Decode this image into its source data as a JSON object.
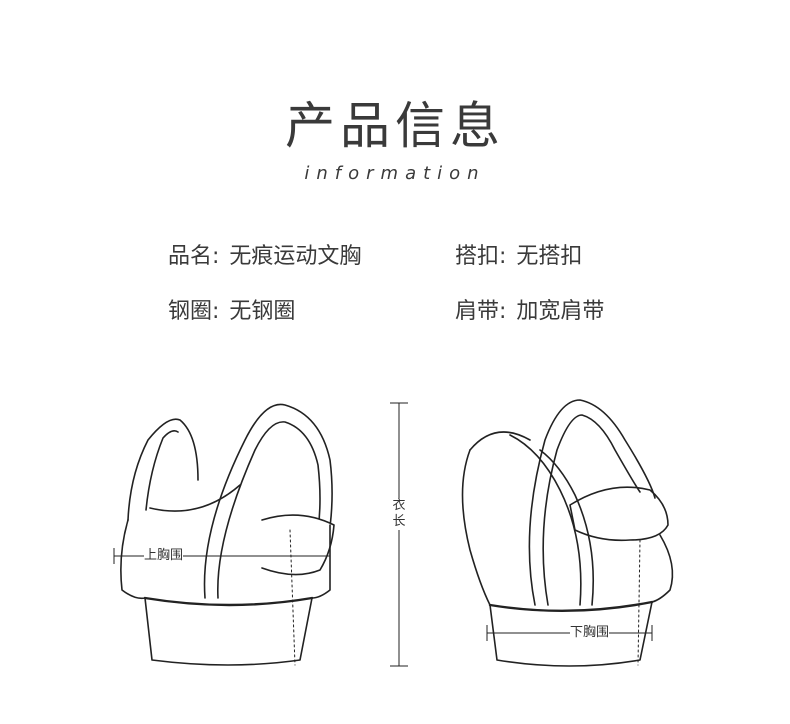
{
  "header": {
    "title": "产品信息",
    "subtitle": "information"
  },
  "specs": [
    {
      "label": "品名:",
      "value": "无痕运动文胸"
    },
    {
      "label": "搭扣:",
      "value": "无搭扣"
    },
    {
      "label": "钢圈:",
      "value": "无钢圈"
    },
    {
      "label": "肩带:",
      "value": "加宽肩带"
    }
  ],
  "diagram": {
    "upper_bust": "上胸围",
    "length_char_1": "衣",
    "length_char_2": "长",
    "under_bust": "下胸围"
  }
}
